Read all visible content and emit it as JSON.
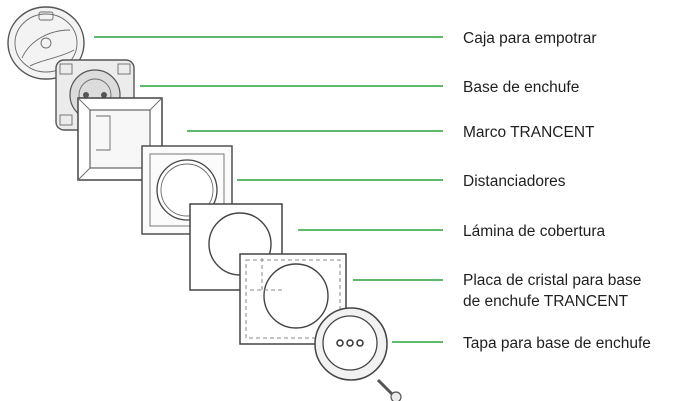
{
  "colors": {
    "leader": "#2aa33a",
    "outline": "#4a4a4a",
    "text": "#1f1f1f"
  },
  "labels": [
    {
      "text": "Caja para empotrar"
    },
    {
      "text": "Base de enchufe"
    },
    {
      "text": "Marco TRANCENT"
    },
    {
      "text": "Distanciadores"
    },
    {
      "text": "Lámina de cobertura"
    },
    {
      "text": "Placa de cristal para base",
      "text2": "de enchufe TRANCENT"
    },
    {
      "text": "Tapa para base de enchufe"
    }
  ]
}
